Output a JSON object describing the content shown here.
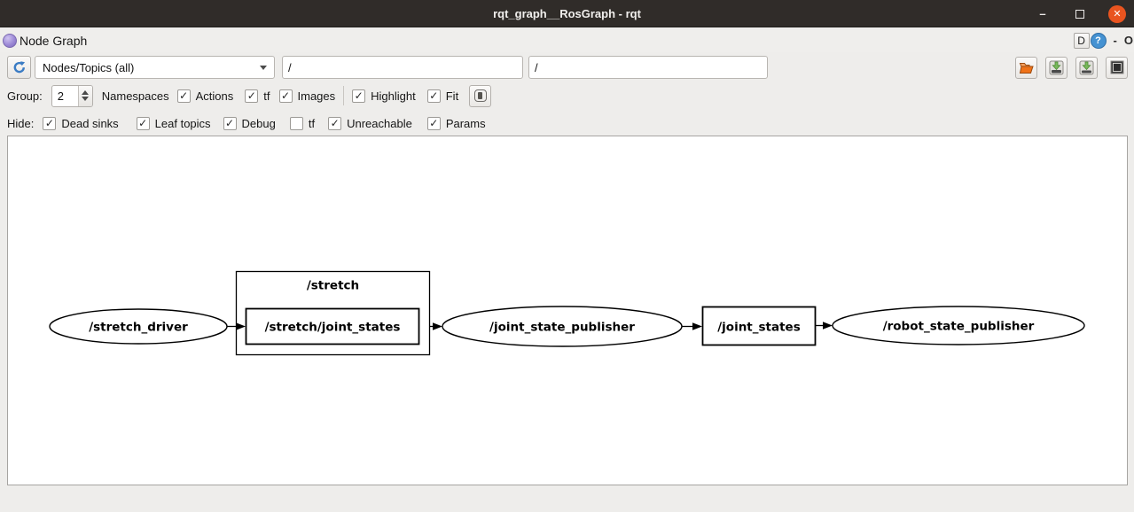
{
  "window": {
    "title": "rqt_graph__RosGraph - rqt",
    "minimize_glyph": "–",
    "close_glyph": "✕"
  },
  "dock": {
    "title": "Node Graph",
    "d_button": "D",
    "help_glyph": "?",
    "minimize_glyph": "-",
    "float_glyph": "O"
  },
  "toolbar": {
    "graph_type_value": "Nodes/Topics (all)",
    "node_filter": {
      "value": "/"
    },
    "topic_filter": {
      "value": "/"
    }
  },
  "options": {
    "group_label": "Group:",
    "group_value": "2",
    "namespaces_label": "Namespaces",
    "actions": {
      "label": "Actions",
      "check": "✓"
    },
    "tf": {
      "label": "tf",
      "check": "✓"
    },
    "images": {
      "label": "Images",
      "check": "✓"
    },
    "highlight": {
      "label": "Highlight",
      "check": "✓"
    },
    "fit": {
      "label": "Fit",
      "check": "✓"
    }
  },
  "hide": {
    "label": "Hide:",
    "items": [
      {
        "label": "Dead sinks",
        "check": "✓"
      },
      {
        "label": "Leaf topics",
        "check": "✓"
      },
      {
        "label": "Debug",
        "check": "✓"
      },
      {
        "label": "tf",
        "check": ""
      },
      {
        "label": "Unreachable",
        "check": "✓"
      },
      {
        "label": "Params",
        "check": "✓"
      }
    ]
  },
  "graph": {
    "cluster": {
      "label": "/stretch"
    },
    "nodes": [
      {
        "label": "/stretch_driver",
        "shape": "ellipse",
        "type": "node"
      },
      {
        "label": "/stretch/joint_states",
        "shape": "box",
        "type": "topic"
      },
      {
        "label": "/joint_state_publisher",
        "shape": "ellipse",
        "type": "node"
      },
      {
        "label": "/joint_states",
        "shape": "box",
        "type": "topic"
      },
      {
        "label": "/robot_state_publisher",
        "shape": "ellipse",
        "type": "node"
      }
    ],
    "edges": [
      {
        "from": "/stretch_driver",
        "to": "/stretch/joint_states"
      },
      {
        "from": "/stretch/joint_states",
        "to": "/joint_state_publisher"
      },
      {
        "from": "/joint_state_publisher",
        "to": "/joint_states"
      },
      {
        "from": "/joint_states",
        "to": "/robot_state_publisher"
      }
    ]
  },
  "colors": {
    "titlebar_bg": "#302c29",
    "close_button": "#e9541f",
    "help_button": "#4592d2",
    "refresh_icon": "#3b7cc4",
    "folder_icon": "#ef7218",
    "save_arrow": "#78b85a",
    "panel_bg": "#eeedeb",
    "node_stroke": "#000000"
  }
}
